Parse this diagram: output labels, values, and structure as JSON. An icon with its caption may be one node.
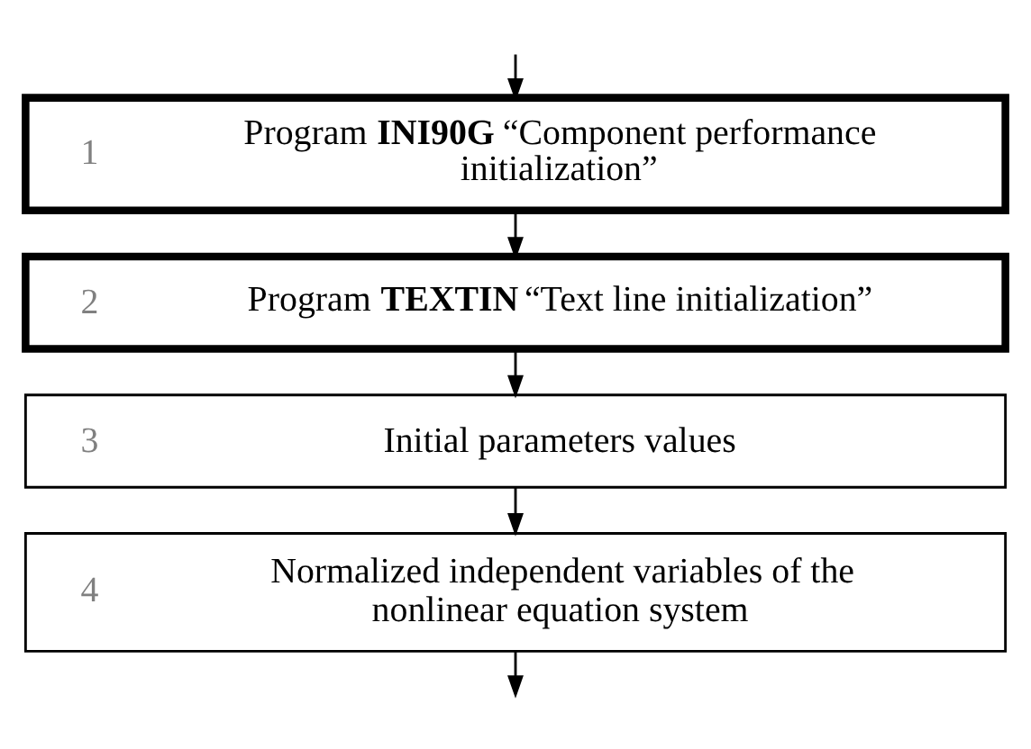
{
  "diagram": {
    "nodes": [
      {
        "text": [
          "1",
          "Program **INI90G** “Component performance initialization”"
        ]
      },
      {
        "text": [
          "2",
          "Program **TEXTIN** “Text line initialization”"
        ]
      },
      {
        "text": [
          "3",
          "Initial parameters values"
        ]
      },
      {
        "text": [
          "4",
          "Normalized independent variables of the nonlinear equation system"
        ]
      }
    ],
    "edges": [
      {
        "from": null,
        "to": 0,
        "arrow": "to"
      },
      {
        "from": 0,
        "to": 1,
        "arrow": "to"
      },
      {
        "from": 1,
        "to": 2,
        "arrow": "to"
      },
      {
        "from": 2,
        "to": 3,
        "arrow": "to"
      },
      {
        "from": 3,
        "to": null,
        "arrow": "to"
      }
    ]
  }
}
